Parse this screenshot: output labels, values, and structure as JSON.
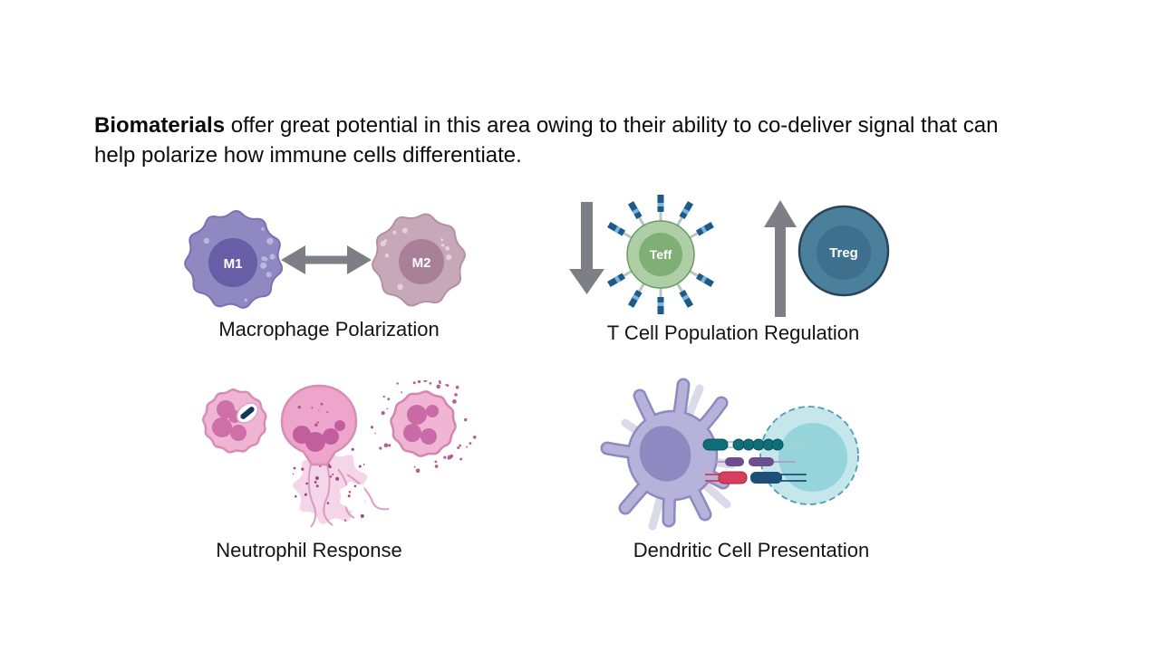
{
  "slide": {
    "intro": {
      "bold": "Biomaterials",
      "rest": " offer great potential in this area owing to their ability to co-deliver signal that can help polarize how immune cells differentiate."
    },
    "figures": {
      "macrophage": {
        "caption": "Macrophage Polarization",
        "m1_label": "M1",
        "m2_label": "M2"
      },
      "tcell": {
        "caption": "T Cell Population Regulation",
        "teff_label": "Teff",
        "treg_label": "Treg"
      },
      "neutrophil": {
        "caption": "Neutrophil Response"
      },
      "dendritic": {
        "caption": "Dendritic Cell Presentation"
      }
    },
    "icons": [
      "double-arrow-icon",
      "down-arrow-icon",
      "up-arrow-icon"
    ]
  },
  "palette": {
    "text": "#0b0b0b",
    "arrow_gray": "#7e7e86",
    "m1_body": "#8f88c1",
    "m1_nucleus": "#675ea7",
    "m2_body": "#c7a8b8",
    "m2_nucleus": "#a88199",
    "teff_body": "#aecfa6",
    "teff_nucleus": "#7fae76",
    "receptor_blue": "#1b5a8a",
    "treg_body": "#4b809c",
    "treg_nucleus": "#3e6f8c",
    "neutrophil_body": "#f0b5d3",
    "neutrophil_nucleus": "#cf6fa7",
    "net_pink": "#f2cce2",
    "bacterium_navy": "#16355c",
    "dc_body": "#b5b3da",
    "dc_nucleus": "#8e8ac1",
    "tcell_body": "#c5e7eb",
    "tcell_inner": "#96d4dc",
    "mhc_teal": "#0f6e79",
    "costim_purple": "#6c4d92",
    "signal_red": "#d63d5e",
    "signal_navy": "#1f4e79"
  }
}
